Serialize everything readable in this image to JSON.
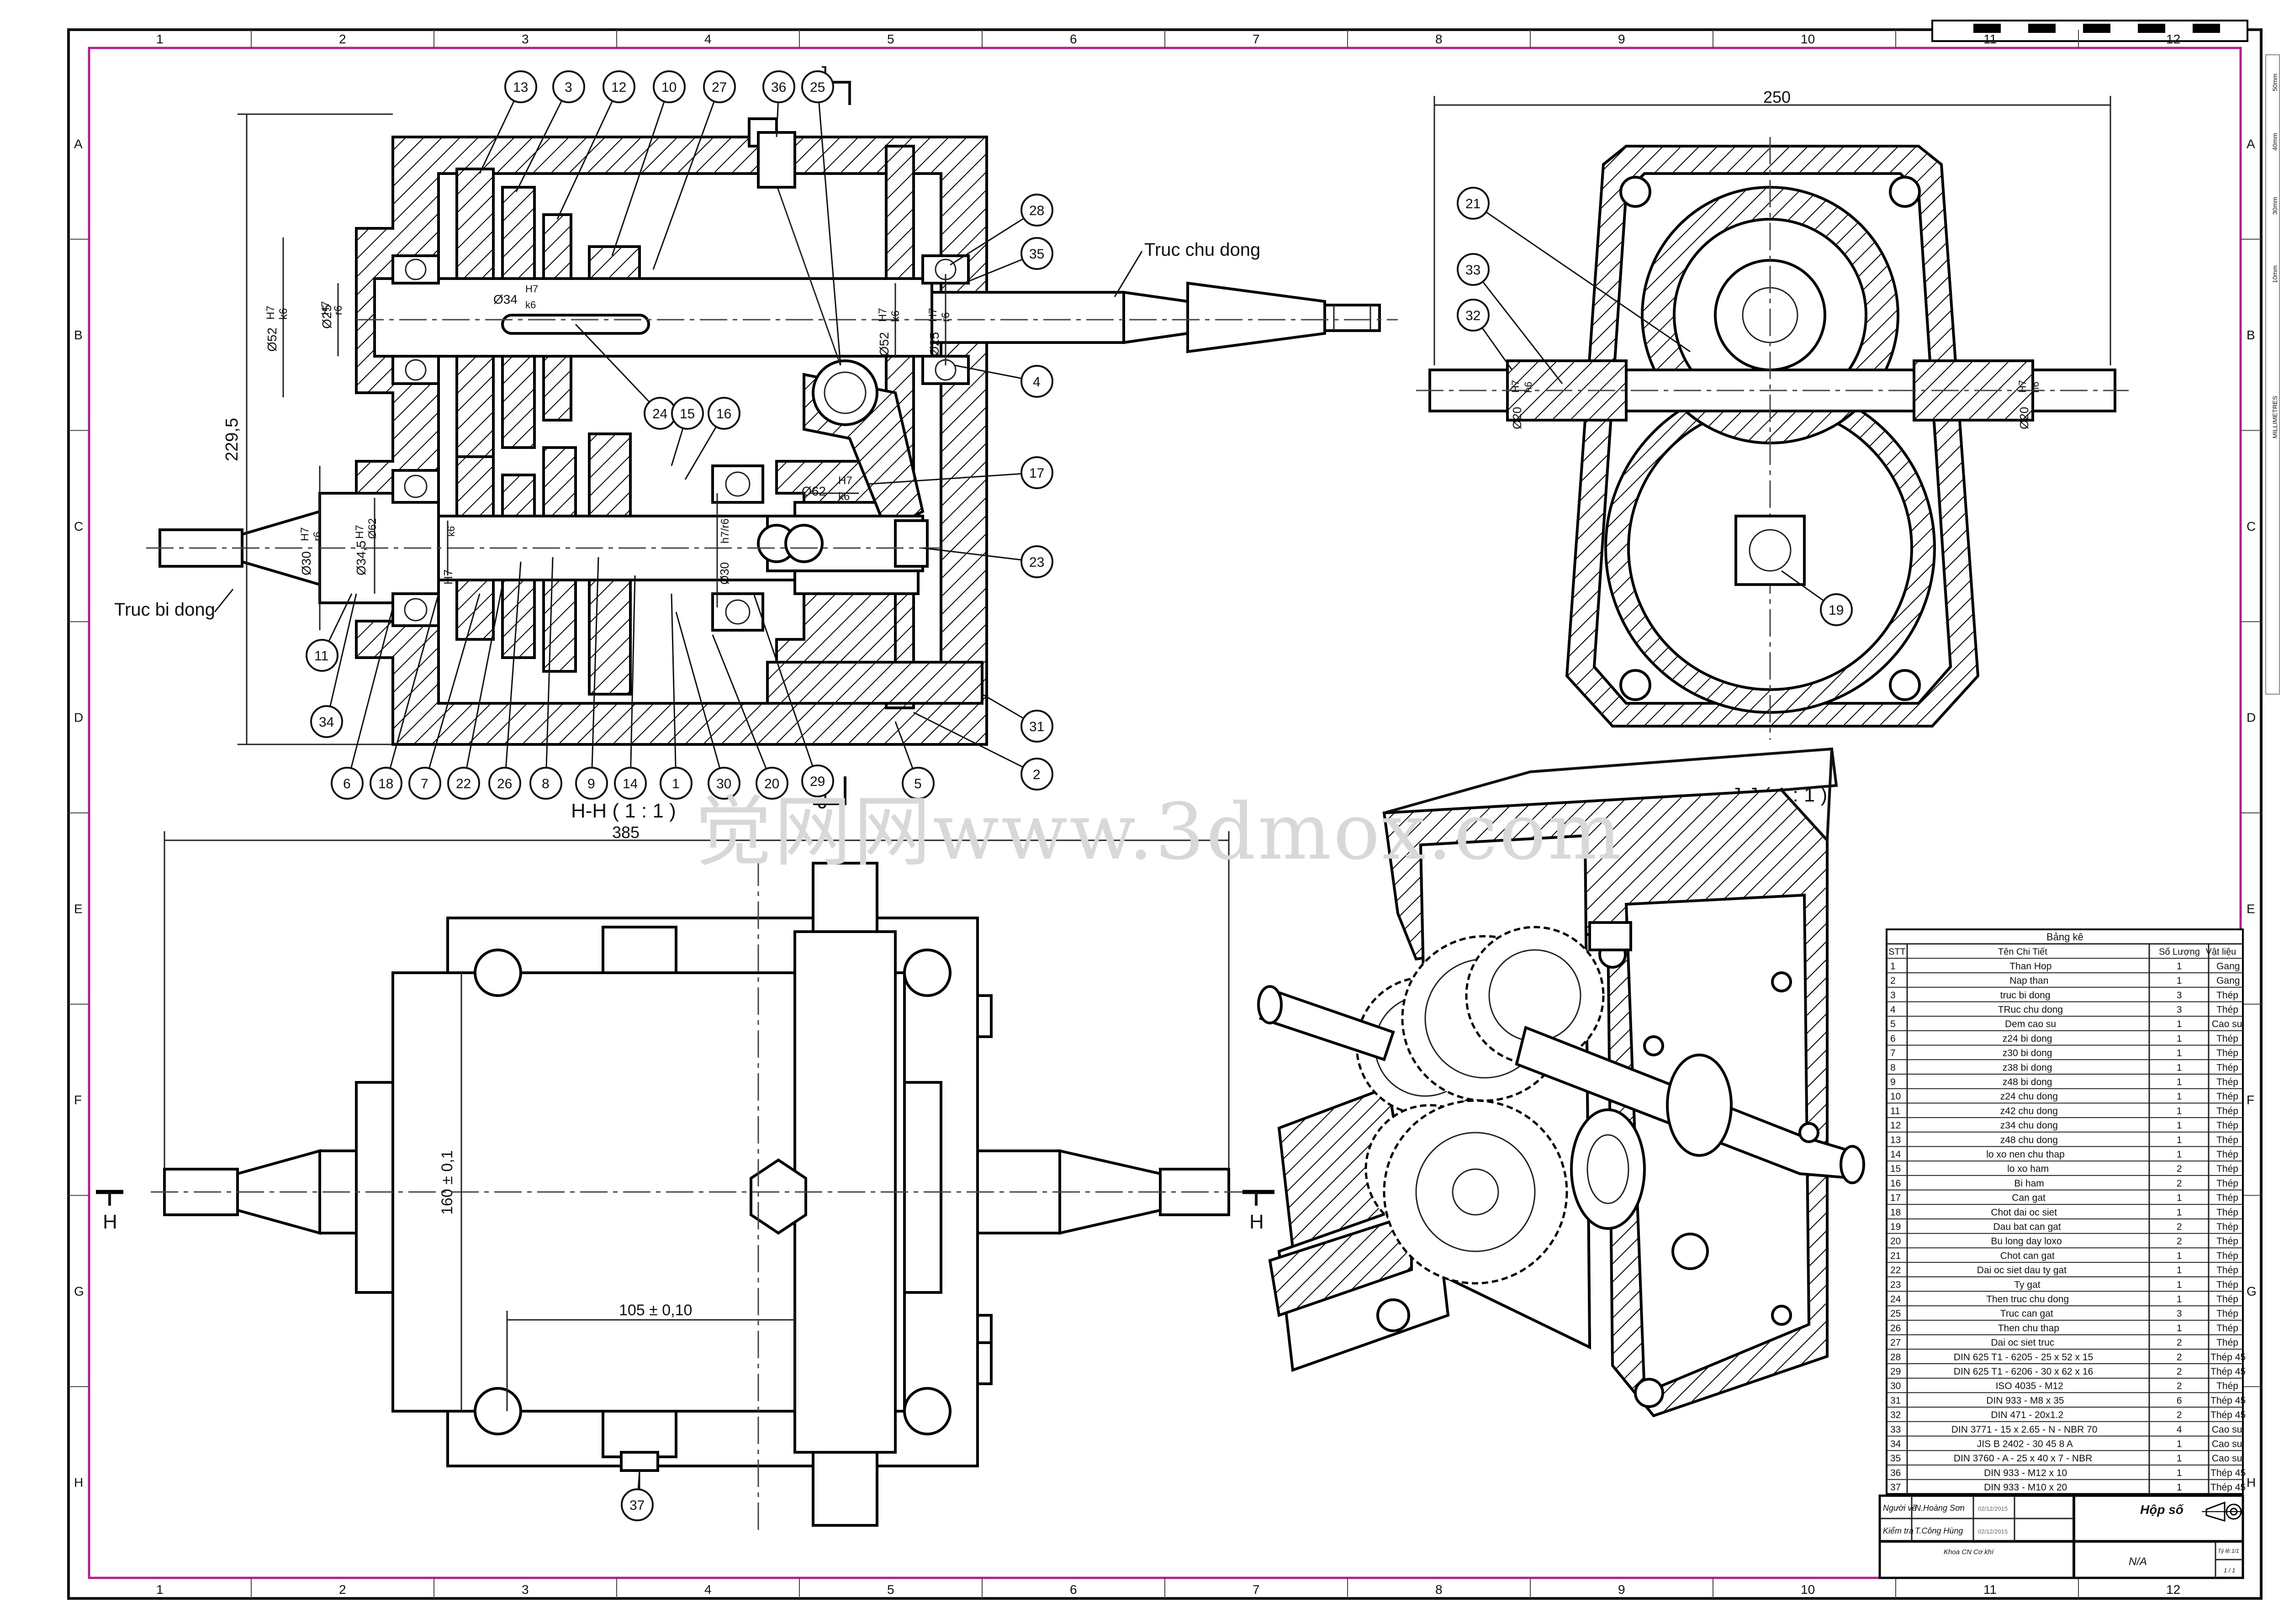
{
  "frame": {
    "columns": [
      "1",
      "2",
      "3",
      "4",
      "5",
      "6",
      "7",
      "8",
      "9",
      "10",
      "11",
      "12"
    ],
    "rows": [
      "A",
      "B",
      "C",
      "D",
      "E",
      "F",
      "G",
      "H"
    ],
    "side_scale": [
      "50mm",
      "40mm",
      "30mm",
      "10mm",
      "MILLIMETRES"
    ]
  },
  "colors": {
    "border": "#b0208a",
    "hatch": "#000000"
  },
  "section_hh": {
    "title": "H-H ( 1 : 1 )",
    "label_input": "Truc bi dong",
    "label_output": "Truc chu dong",
    "cut_label": "J",
    "dims": [
      "229,5",
      "Ø52",
      "H7",
      "k6",
      "Ø25",
      "H7",
      "r6",
      "Ø34",
      "H7",
      "k6",
      "Ø52",
      "H7",
      "k6",
      "Ø25",
      "H7",
      "r6",
      "Ø62",
      "H7",
      "k6",
      "Ø30",
      "H7",
      "r6",
      "Ø34,5",
      "H7",
      "Ø62",
      "H7",
      "k6",
      "Ø30",
      "h7/r6"
    ],
    "balloons": [
      "13",
      "3",
      "12",
      "10",
      "27",
      "36",
      "25",
      "28",
      "35",
      "4",
      "24",
      "15",
      "16",
      "17",
      "23",
      "31",
      "2",
      "5",
      "29",
      "20",
      "30",
      "1",
      "14",
      "9",
      "8",
      "26",
      "22",
      "7",
      "18",
      "6",
      "34",
      "11"
    ]
  },
  "section_jj": {
    "title": "J-J ( 1 : 1 )",
    "dims": [
      "250",
      "Ø20",
      "H7",
      "h6",
      "Ø20",
      "H7",
      "h6"
    ],
    "balloons": [
      "21",
      "33",
      "32",
      "19"
    ]
  },
  "top_view": {
    "dims": [
      "385",
      "160 ± 0,1",
      "105 ± 0,10"
    ],
    "cut_labels": [
      "H",
      "H"
    ],
    "balloons": [
      "37"
    ]
  },
  "watermark": "觉网网www.3dmox.com",
  "bom": {
    "title": "Bảng kê",
    "headers": [
      "STT",
      "Tên Chi Tiết",
      "Số Lượng",
      "Vật liệu"
    ],
    "rows": [
      [
        "1",
        "Than Hop",
        "1",
        "Gang"
      ],
      [
        "2",
        "Nap than",
        "1",
        "Gang"
      ],
      [
        "3",
        "truc bi dong",
        "3",
        "Thép"
      ],
      [
        "4",
        "TRuc chu dong",
        "3",
        "Thép"
      ],
      [
        "5",
        "Dem cao su",
        "1",
        "Cao su"
      ],
      [
        "6",
        "z24 bi dong",
        "1",
        "Thép"
      ],
      [
        "7",
        "z30 bi dong",
        "1",
        "Thép"
      ],
      [
        "8",
        "z38 bi dong",
        "1",
        "Thép"
      ],
      [
        "9",
        "z48 bi dong",
        "1",
        "Thép"
      ],
      [
        "10",
        "z24 chu dong",
        "1",
        "Thép"
      ],
      [
        "11",
        "z42 chu dong",
        "1",
        "Thép"
      ],
      [
        "12",
        "z34 chu dong",
        "1",
        "Thép"
      ],
      [
        "13",
        "z48 chu dong",
        "1",
        "Thép"
      ],
      [
        "14",
        "lo xo nen chu thap",
        "1",
        "Thép"
      ],
      [
        "15",
        "lo xo ham",
        "2",
        "Thép"
      ],
      [
        "16",
        "Bi ham",
        "2",
        "Thép"
      ],
      [
        "17",
        "Can gat",
        "1",
        "Thép"
      ],
      [
        "18",
        "Chot dai oc siet",
        "1",
        "Thép"
      ],
      [
        "19",
        "Dau bat can gat",
        "2",
        "Thép"
      ],
      [
        "20",
        "Bu long day loxo",
        "2",
        "Thép"
      ],
      [
        "21",
        "Chot can gat",
        "1",
        "Thép"
      ],
      [
        "22",
        "Dai oc siet dau ty gat",
        "1",
        "Thép"
      ],
      [
        "23",
        "Ty gat",
        "1",
        "Thép"
      ],
      [
        "24",
        "Then truc chu dong",
        "1",
        "Thép"
      ],
      [
        "25",
        "Truc can gat",
        "3",
        "Thép"
      ],
      [
        "26",
        "Then chu thap",
        "1",
        "Thép"
      ],
      [
        "27",
        "Dai oc siet truc",
        "2",
        "Thép"
      ],
      [
        "28",
        "DIN 625 T1 - 6205 - 25 x 52 x 15",
        "2",
        "Thép 45"
      ],
      [
        "29",
        "DIN 625 T1 - 6206 - 30 x 62 x 16",
        "2",
        "Thép 45"
      ],
      [
        "30",
        "ISO 4035 - M12",
        "2",
        "Thép"
      ],
      [
        "31",
        "DIN 933 - M8  x 35",
        "6",
        "Thép 45"
      ],
      [
        "32",
        "DIN 471 - 20x1.2",
        "2",
        "Thép 45"
      ],
      [
        "33",
        "DIN 3771 - 15 x 2.65 - N - NBR 70",
        "4",
        "Cao su"
      ],
      [
        "34",
        "JIS B 2402 - 30 45 8 A",
        "1",
        "Cao su"
      ],
      [
        "35",
        "DIN 3760 - A - 25 x 40 x 7 - NBR",
        "1",
        "Cao su"
      ],
      [
        "36",
        "DIN 933 - M12  x 10",
        "1",
        "Thép 45"
      ],
      [
        "37",
        "DIN 933 - M10  x 20",
        "1",
        "Thép 45"
      ]
    ]
  },
  "title_block": {
    "drawn_label": "Người vẽ",
    "drawn_name": "N.Hoàng Sơn",
    "drawn_date": "02/12/2015",
    "check_label": "Kiểm tra",
    "check_name": "T.Công Hùng",
    "check_date": "02/12/2015",
    "title": "Hộp số",
    "dept": "Khoa CN Cơ khí",
    "material": "N/A",
    "scale_label": "Tỷ lệ:",
    "scale": "1/1",
    "sheet": "1 / 1"
  }
}
